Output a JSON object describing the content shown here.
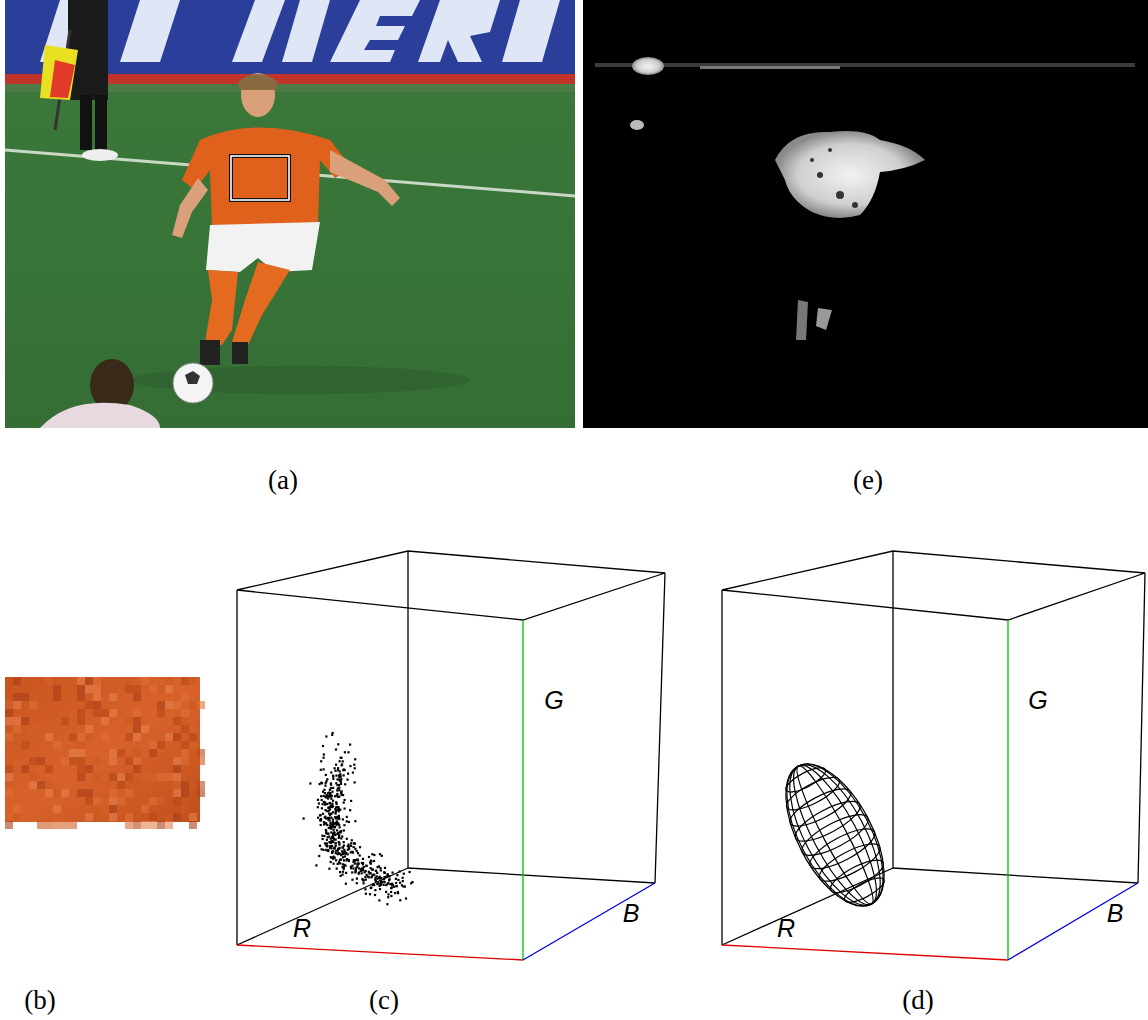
{
  "diagram": {
    "labels": [
      "(a)",
      "(e)",
      "(b)",
      "(c)",
      "(d)",
      "R",
      "G",
      "B",
      "R",
      "G",
      "B"
    ]
  }
}
